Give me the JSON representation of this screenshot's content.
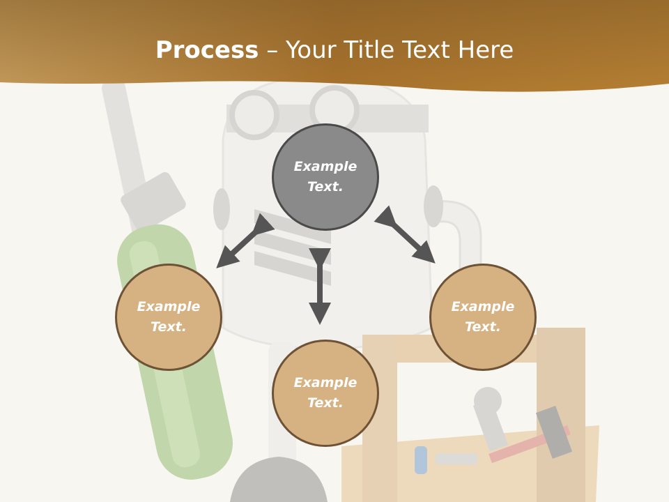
{
  "slide": {
    "title_bold": "Process",
    "title_rest": " – Your Title Text Here"
  },
  "nodes": [
    {
      "id": "center",
      "text": "Example\nText.",
      "color": "#8a8a8a"
    },
    {
      "id": "left",
      "text": "Example\nText.",
      "color": "#d6b283"
    },
    {
      "id": "bottom",
      "text": "Example\nText.",
      "color": "#d6b283"
    },
    {
      "id": "right",
      "text": "Example\nText.",
      "color": "#d6b283"
    }
  ],
  "colors": {
    "banner": "#a8722c",
    "arrow": "#555555",
    "background": "#f8f6f1"
  },
  "icons": [
    "robot-illustration",
    "screwdriver-icon",
    "toolbox-icon",
    "wrench-icon",
    "hammer-icon",
    "double-arrow-icon"
  ]
}
